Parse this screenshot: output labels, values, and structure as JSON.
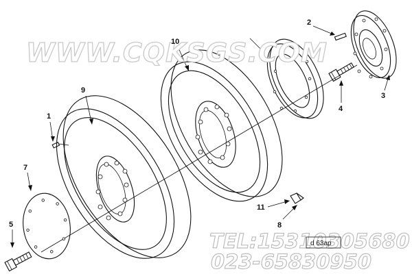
{
  "watermark": {
    "site": "WWW.CQKSGS.COM",
    "tel": "TEL:15310305680",
    "phone": "023-65830950"
  },
  "reference_code": "d 63ap",
  "callouts": [
    {
      "id": "1",
      "label": "1"
    },
    {
      "id": "2",
      "label": "2"
    },
    {
      "id": "3",
      "label": "3"
    },
    {
      "id": "4",
      "label": "4"
    },
    {
      "id": "5",
      "label": "5"
    },
    {
      "id": "7",
      "label": "7"
    },
    {
      "id": "8",
      "label": "8"
    },
    {
      "id": "9",
      "label": "9"
    },
    {
      "id": "10",
      "label": "10"
    },
    {
      "id": "11",
      "label": "11"
    }
  ]
}
